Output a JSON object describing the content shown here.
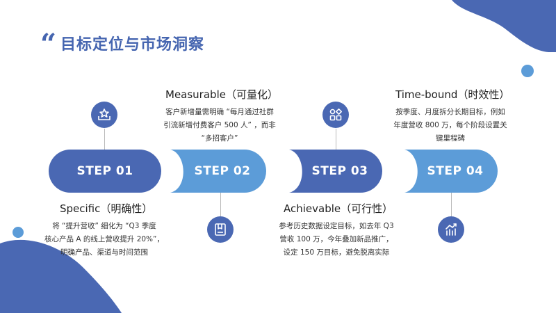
{
  "title": "目标定位与市场洞察",
  "steps": [
    {
      "label": "STEP 01",
      "heading": "Specific（明确性）",
      "desc_lines": [
        "将 “提升营收” 细化为 “Q3 季度",
        "核心产品 A 的线上营收提升 20%”，",
        "明确产品、渠道与时间范围"
      ],
      "icon": "star-hand-icon"
    },
    {
      "label": "STEP 02",
      "heading": "Measurable（可量化）",
      "desc_lines": [
        "客户新增量需明确 “每月通过社群",
        "引流新增付费客户 500 人” ，而非",
        "“多招客户”"
      ],
      "icon": "book-icon"
    },
    {
      "label": "STEP 03",
      "heading": "Achievable（可行性）",
      "desc_lines": [
        "参考历史数据设定目标，如去年 Q3",
        "营收 100 万，今年叠加新品推广，",
        "设定 150 万目标，避免脱离实际"
      ],
      "icon": "grid-shapes-icon"
    },
    {
      "label": "STEP 04",
      "heading": "Time-bound（时效性）",
      "desc_lines": [
        "按季度、月度拆分长期目标，例如",
        "年度营收 800 万，每个阶段设置关",
        "键里程碑"
      ],
      "icon": "chart-up-icon"
    }
  ],
  "colors": {
    "dark": "#4a68b3",
    "light": "#5c9cd8",
    "text": "#222222"
  }
}
